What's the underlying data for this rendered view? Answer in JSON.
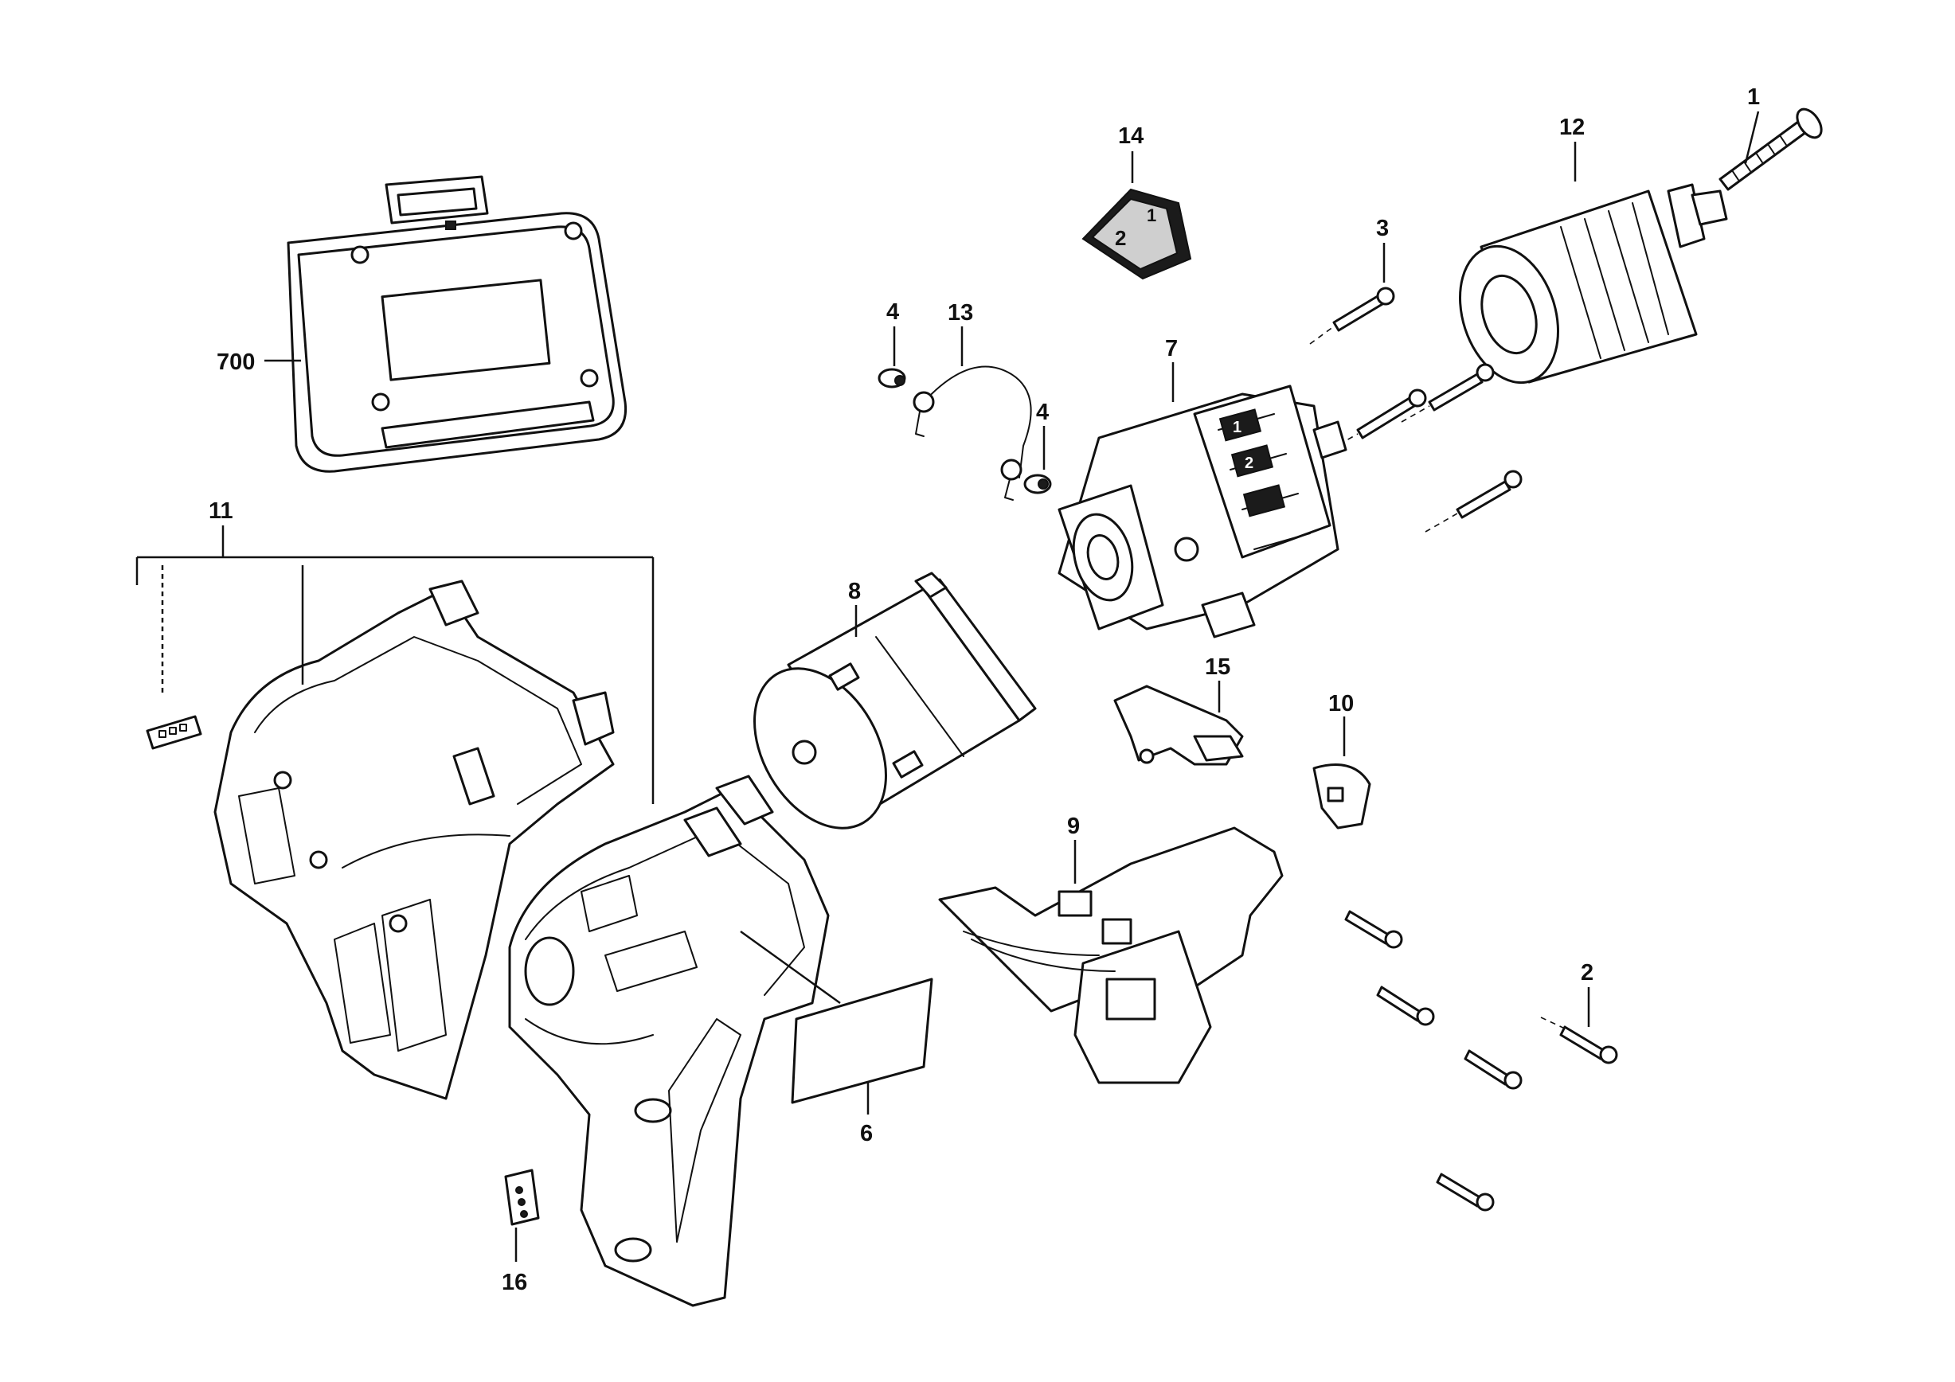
{
  "diagram": {
    "callouts": {
      "c1": "1",
      "c2": "2",
      "c3": "3",
      "c4a": "4",
      "c4b": "4",
      "c6": "6",
      "c7": "7",
      "c8": "8",
      "c9": "9",
      "c10": "10",
      "c11": "11",
      "c12": "12",
      "c13": "13",
      "c14": "14",
      "c15": "15",
      "c16": "16",
      "c700": "700"
    },
    "gearbox_markings": [
      "1",
      "2"
    ],
    "shift_button_markings": [
      "2",
      "1"
    ]
  }
}
